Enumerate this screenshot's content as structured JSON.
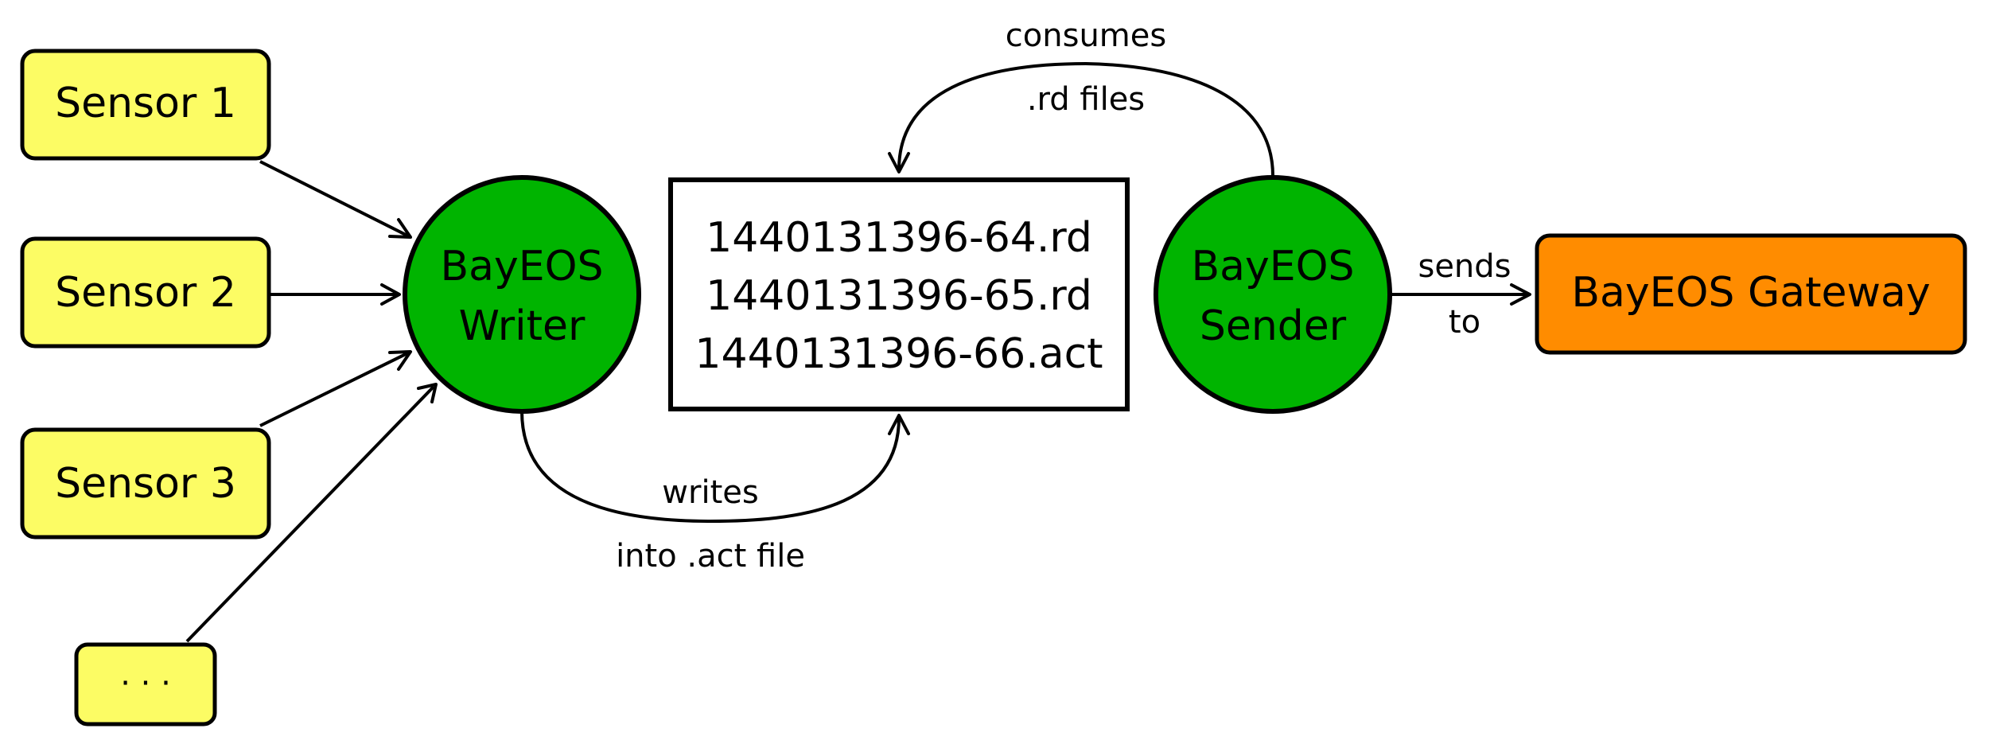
{
  "colors": {
    "sensor_fill": "#fcfc64",
    "process_fill": "#00b400",
    "gateway_fill": "#ff8c00",
    "stroke": "#000000"
  },
  "sensors": [
    {
      "label": "Sensor 1"
    },
    {
      "label": "Sensor 2"
    },
    {
      "label": "Sensor 3"
    },
    {
      "label": "· · ·"
    }
  ],
  "writer": {
    "line1": "BayEOS",
    "line2": "Writer"
  },
  "sender": {
    "line1": "BayEOS",
    "line2": "Sender"
  },
  "files": [
    "1440131396-64.rd",
    "1440131396-65.rd",
    "1440131396-66.act"
  ],
  "gateway": {
    "label": "BayEOS Gateway"
  },
  "edges": {
    "writes": {
      "line1": "writes",
      "line2": "into .act file"
    },
    "consumes": {
      "line1": "consumes",
      "line2": ".rd files"
    },
    "sends": {
      "line1": "sends",
      "line2": "to"
    }
  }
}
